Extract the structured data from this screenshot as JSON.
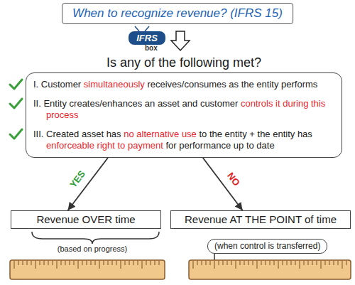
{
  "diagram": {
    "title": "When to recognize revenue? (IFRS 15)",
    "nodes": [
      {
        "text": [
          "Is any of the following met?",
          "I. Customer simultaneously receives/consumes as the entity performs",
          "II. Entity creates/enhances an asset and customer controls it during this process",
          "III. Created asset has no alternative use to the entity + the entity has enforceable right to payment for performance up to date"
        ]
      },
      {
        "text": [
          "Revenue OVER time"
        ]
      },
      {
        "text": [
          "Revenue AT THE POINT of time"
        ]
      },
      {
        "text": [
          "(when control is transferred)"
        ]
      }
    ],
    "edges": [
      {
        "from": 0,
        "to": 1,
        "arrow": "to",
        "label": "YES"
      },
      {
        "from": 0,
        "to": 2,
        "arrow": "to",
        "label": "NO"
      }
    ],
    "labels": [
      "IFRS",
      "box",
      "(based on progress)"
    ]
  }
}
